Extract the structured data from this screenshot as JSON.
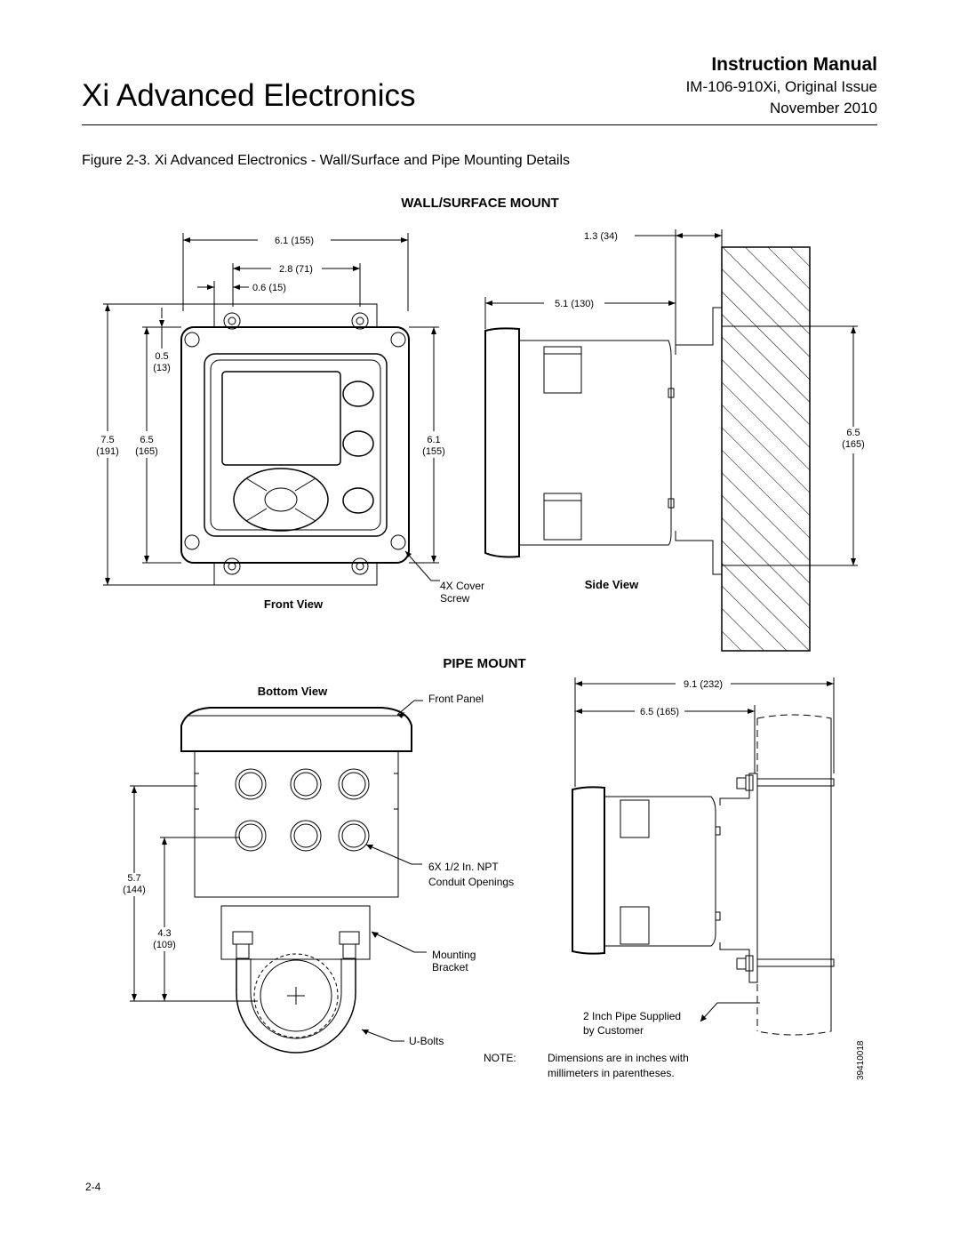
{
  "header": {
    "title": "Xi Advanced Electronics",
    "manual": "Instruction Manual",
    "issue": "IM-106-910Xi, Original Issue",
    "date": "November 2010"
  },
  "figure": {
    "caption": "Figure 2-3. Xi Advanced Electronics - Wall/Surface and Pipe Mounting Details",
    "wall_mount": {
      "heading": "WALL/SURFACE MOUNT",
      "front_view_label": "Front View",
      "side_view_label": "Side View",
      "cover_screw_label": [
        "4X Cover",
        "Screw"
      ],
      "dims": {
        "width_total": "6.1 (155)",
        "hole_spacing": "2.8 (71)",
        "hole_offset": "0.6 (15)",
        "top_offset": [
          "0.5",
          "(13)"
        ],
        "height_total": [
          "7.5",
          "(191)"
        ],
        "height_body": [
          "6.5",
          "(165)"
        ],
        "height_front": [
          "6.1",
          "(155)"
        ],
        "wall_gap": "1.3 (34)",
        "depth": "5.1 (130)",
        "bracket_height": [
          "6.5",
          "(165)"
        ]
      }
    },
    "pipe_mount": {
      "heading": "PIPE MOUNT",
      "bottom_view_label": "Bottom View",
      "front_panel_label": "Front Panel",
      "conduit_label": [
        "6X 1/2 In. NPT",
        "Conduit Openings"
      ],
      "bracket_label": [
        "Mounting",
        "Bracket"
      ],
      "ubolt_label": "U-Bolts",
      "pipe_label": [
        "2 Inch Pipe Supplied",
        "by Customer"
      ],
      "dims": {
        "overall_depth": "9.1 (232)",
        "depth": "6.5 (165)",
        "height_a": [
          "5.7",
          "(144)"
        ],
        "height_b": [
          "4.3",
          "(109)"
        ]
      }
    },
    "note_label": "NOTE:",
    "note_text": [
      "Dimensions are in inches with",
      "millimeters in parentheses."
    ],
    "drawing_number": "39410018"
  },
  "footer": {
    "page": "2-4"
  }
}
